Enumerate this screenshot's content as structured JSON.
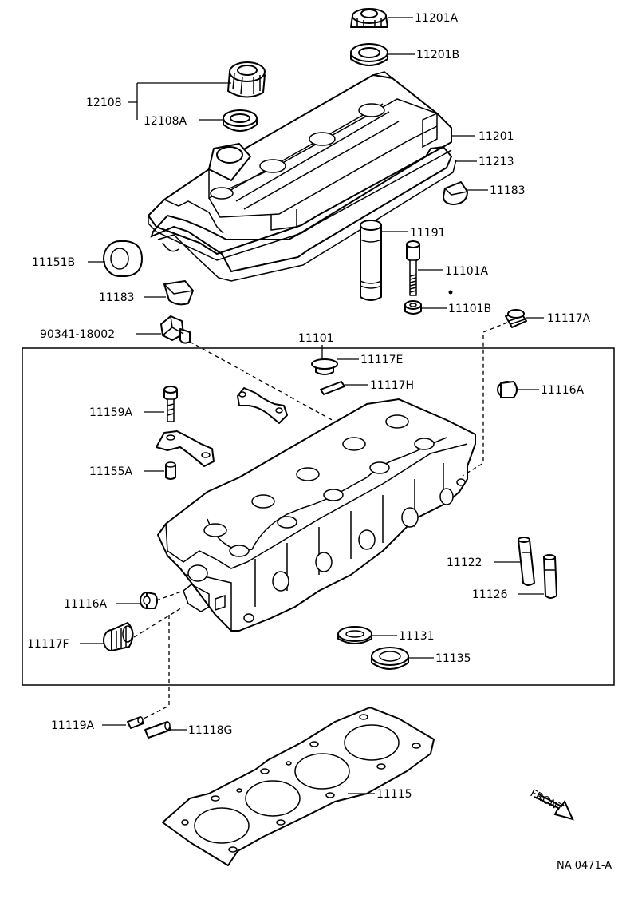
{
  "diagram": {
    "code": "NA 0471-A",
    "direction_label": "FRONT",
    "parts": [
      {
        "key": "p11201A",
        "label": "11201A"
      },
      {
        "key": "p11201B",
        "label": "11201B"
      },
      {
        "key": "p12108",
        "label": "12108"
      },
      {
        "key": "p12108A",
        "label": "12108A"
      },
      {
        "key": "p11201",
        "label": "11201"
      },
      {
        "key": "p11213",
        "label": "11213"
      },
      {
        "key": "p11183a",
        "label": "11183"
      },
      {
        "key": "p11191",
        "label": "11191"
      },
      {
        "key": "p11151B",
        "label": "11151B"
      },
      {
        "key": "p11101A",
        "label": "11101A"
      },
      {
        "key": "p11183b",
        "label": "11183"
      },
      {
        "key": "p11101B",
        "label": "11101B"
      },
      {
        "key": "p90341",
        "label": "90341-18002"
      },
      {
        "key": "p11117A",
        "label": "11117A"
      },
      {
        "key": "p11101",
        "label": "11101"
      },
      {
        "key": "p11117E",
        "label": "11117E"
      },
      {
        "key": "p11117H",
        "label": "11117H"
      },
      {
        "key": "p11116Aa",
        "label": "11116A"
      },
      {
        "key": "p11159A",
        "label": "11159A"
      },
      {
        "key": "p11155A",
        "label": "11155A"
      },
      {
        "key": "p11122",
        "label": "11122"
      },
      {
        "key": "p11126",
        "label": "11126"
      },
      {
        "key": "p11116Ab",
        "label": "11116A"
      },
      {
        "key": "p11117F",
        "label": "11117F"
      },
      {
        "key": "p11131",
        "label": "11131"
      },
      {
        "key": "p11135",
        "label": "11135"
      },
      {
        "key": "p11119A",
        "label": "11119A"
      },
      {
        "key": "p11118G",
        "label": "11118G"
      },
      {
        "key": "p11115",
        "label": "11115"
      }
    ]
  }
}
